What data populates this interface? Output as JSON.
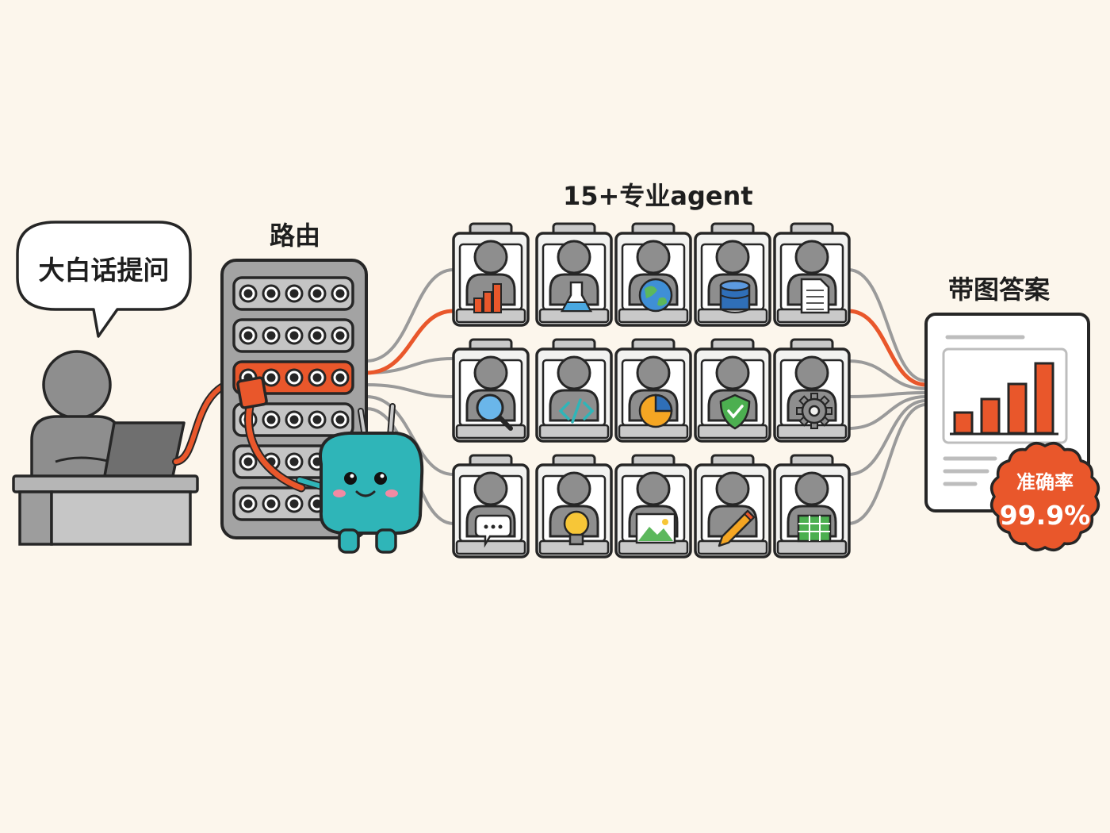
{
  "colors": {
    "background": "#fcf6ec",
    "outline": "#262626",
    "gray_body": "#8e8e8e",
    "gray_light": "#c9c9c9",
    "accent_orange": "#e9572b",
    "robot_teal": "#2fb5b8",
    "agent_card": "#f2f2f0"
  },
  "user": {
    "speech_bubble": "大白话提问",
    "icon": "person-at-laptop-icon"
  },
  "router": {
    "label": "路由",
    "icon": "server-rack-icon",
    "mascot": "plug-robot-mascot"
  },
  "agents": {
    "label": "15+专业agent",
    "cards": [
      {
        "icon": "bar-chart-icon"
      },
      {
        "icon": "flask-icon"
      },
      {
        "icon": "globe-icon"
      },
      {
        "icon": "database-icon"
      },
      {
        "icon": "document-icon"
      },
      {
        "icon": "magnifier-icon"
      },
      {
        "icon": "code-icon"
      },
      {
        "icon": "pie-chart-icon"
      },
      {
        "icon": "shield-check-icon"
      },
      {
        "icon": "gear-icon"
      },
      {
        "icon": "chat-bubble-icon"
      },
      {
        "icon": "lightbulb-icon"
      },
      {
        "icon": "image-icon"
      },
      {
        "icon": "pencil-icon"
      },
      {
        "icon": "spreadsheet-icon"
      }
    ]
  },
  "answer": {
    "label": "带图答案",
    "icon": "report-bar-chart-icon",
    "badge_title": "准确率",
    "badge_value": "99.9%"
  }
}
